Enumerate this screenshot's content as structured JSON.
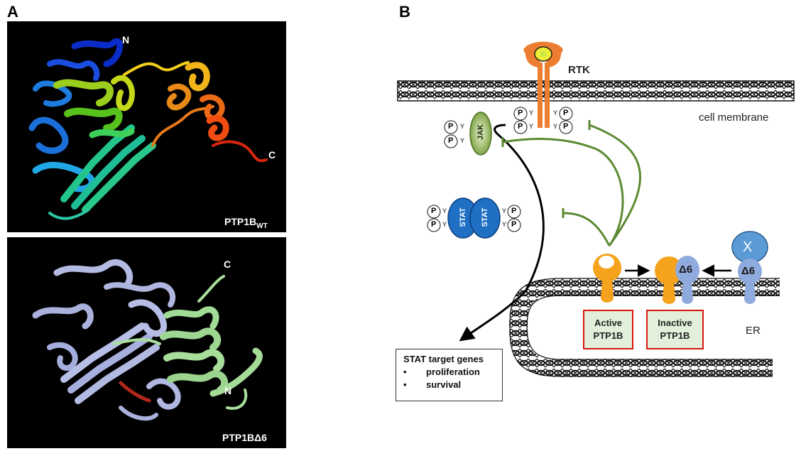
{
  "panels": {
    "a": {
      "letter": "A",
      "wt": {
        "label_main": "PTP1B",
        "label_sub": "WT",
        "n_terminus": "N",
        "c_terminus": "C"
      },
      "d6": {
        "label": "PTP1BΔ6",
        "n_terminus": "N",
        "c_terminus": "C"
      }
    },
    "b": {
      "letter": "B",
      "rtk_label": "RTK",
      "membrane_label": "cell membrane",
      "er_label": "ER",
      "jak_label": "JAK",
      "stat_label": "STAT",
      "phospho_p": "P",
      "phospho_y": "Y",
      "x_label": "X",
      "delta6_label": "Δ6",
      "active_box": {
        "line1": "Active",
        "line2": "PTP1B"
      },
      "inactive_box": {
        "line1": "Inactive",
        "line2": "PTP1B"
      },
      "target_genes": {
        "title": "STAT target genes",
        "bullet": "•",
        "items": [
          "proliferation",
          "survival"
        ]
      }
    }
  },
  "colors": {
    "rtk_orange": "#ed7d31",
    "ptp_orange": "#f5a21d",
    "delta6_blue": "#8faadc",
    "stat_blue": "#1f6fc5",
    "jak_green": "#7ea33a",
    "inhibition_green": "#5b8a32",
    "box_red": "#d9150f",
    "box_fill": "#e2efda"
  }
}
